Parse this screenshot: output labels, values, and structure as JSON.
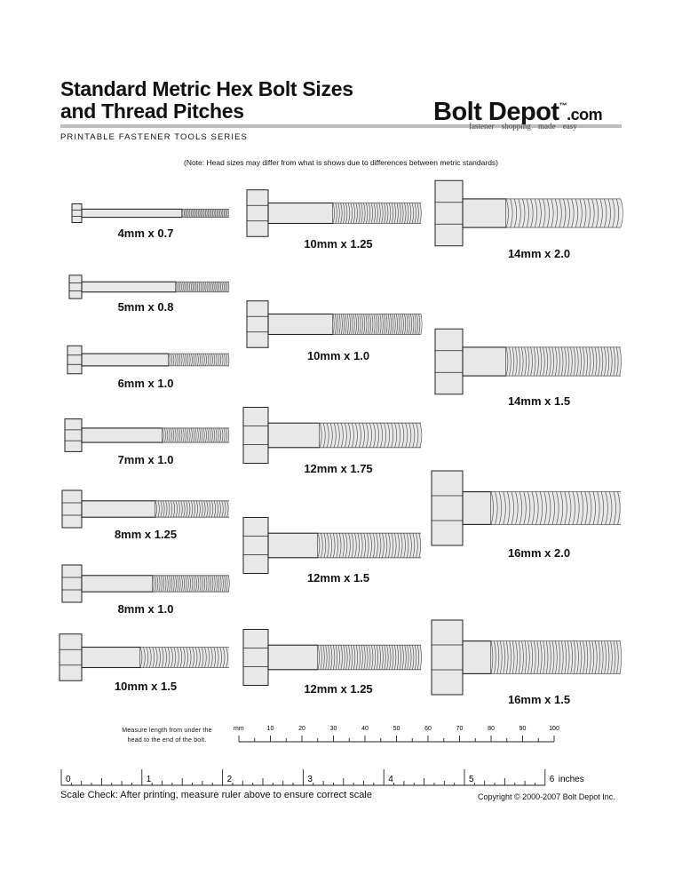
{
  "header": {
    "title_line1": "Standard Metric Hex Bolt Sizes",
    "title_line2": "and Thread Pitches",
    "logo_main": "Bolt Depot",
    "logo_tm": "™",
    "logo_suffix": ".com",
    "tagline": "fastener shopping   made easy",
    "subtitle": "PRINTABLE FASTENER TOOLS SERIES"
  },
  "note": "(Note: Head sizes may differ from what is shows due to differences between metric standards)",
  "bolts": [
    {
      "label": "4mm x 0.7",
      "diameter_mm": 4,
      "pitch_mm": 0.7
    },
    {
      "label": "5mm x 0.8",
      "diameter_mm": 5,
      "pitch_mm": 0.8
    },
    {
      "label": "6mm x 1.0",
      "diameter_mm": 6,
      "pitch_mm": 1.0
    },
    {
      "label": "7mm x 1.0",
      "diameter_mm": 7,
      "pitch_mm": 1.0
    },
    {
      "label": "8mm x 1.25",
      "diameter_mm": 8,
      "pitch_mm": 1.25
    },
    {
      "label": "8mm x 1.0",
      "diameter_mm": 8,
      "pitch_mm": 1.0
    },
    {
      "label": "10mm x 1.5",
      "diameter_mm": 10,
      "pitch_mm": 1.5
    },
    {
      "label": "10mm x 1.25",
      "diameter_mm": 10,
      "pitch_mm": 1.25
    },
    {
      "label": "10mm x 1.0",
      "diameter_mm": 10,
      "pitch_mm": 1.0
    },
    {
      "label": "12mm x 1.75",
      "diameter_mm": 12,
      "pitch_mm": 1.75
    },
    {
      "label": "12mm x 1.5",
      "diameter_mm": 12,
      "pitch_mm": 1.5
    },
    {
      "label": "12mm x 1.25",
      "diameter_mm": 12,
      "pitch_mm": 1.25
    },
    {
      "label": "14mm x 2.0",
      "diameter_mm": 14,
      "pitch_mm": 2.0
    },
    {
      "label": "14mm x 1.5",
      "diameter_mm": 14,
      "pitch_mm": 1.5
    },
    {
      "label": "16mm x 2.0",
      "diameter_mm": 16,
      "pitch_mm": 2.0
    },
    {
      "label": "16mm x 1.5",
      "diameter_mm": 16,
      "pitch_mm": 1.5
    }
  ],
  "mm_ruler": {
    "instruction_line1": "Measure length from under the",
    "instruction_line2": "head to the end of the bolt.",
    "unit_label": "mm",
    "labels": [
      "10",
      "20",
      "30",
      "40",
      "50",
      "60",
      "70",
      "80",
      "90",
      "100"
    ]
  },
  "inch_ruler": {
    "labels": [
      "0",
      "1",
      "2",
      "3",
      "4",
      "5",
      "6"
    ],
    "unit_label": "inches"
  },
  "footer": {
    "scale_check": "Scale Check:  After printing, measure ruler above to ensure correct scale",
    "copyright": "Copyright © 2000-2007 Bolt Depot Inc."
  },
  "colors": {
    "bolt_fill": "#e8e8e8",
    "bolt_stroke": "#222222",
    "thread_stroke": "#555555",
    "rule_gray": "#bdbdbd"
  }
}
